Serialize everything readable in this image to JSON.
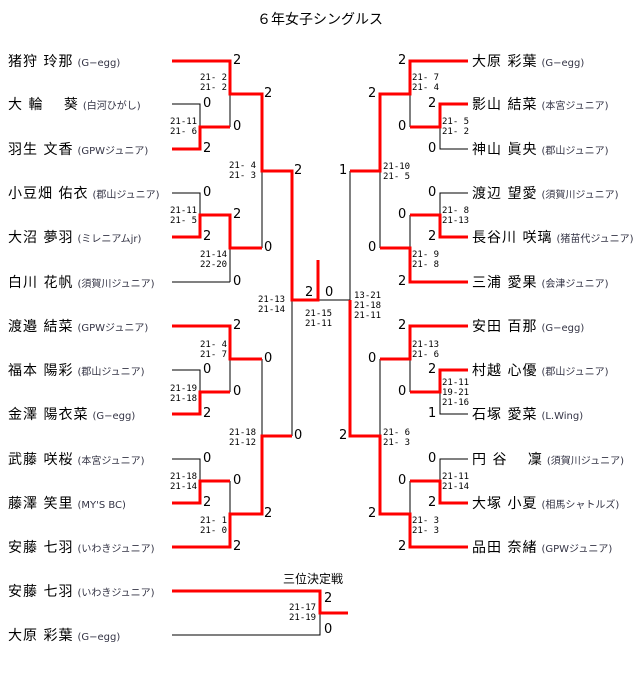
{
  "title": "６年女子シングルス",
  "left": [
    {
      "name": "猪狩 玲那",
      "club": "(G−egg)"
    },
    {
      "name": "大 輪　 葵",
      "club": "(白河ひがし)"
    },
    {
      "name": "羽生 文香",
      "club": "(GPWジュニア)"
    },
    {
      "name": "小豆畑 佑衣",
      "club": "(郡山ジュニア)"
    },
    {
      "name": "大沼 夢羽",
      "club": "(ミレニアムjr)"
    },
    {
      "name": "白川 花帆",
      "club": "(須賀川ジュニア)"
    },
    {
      "name": "渡邉 結菜",
      "club": "(GPWジュニア)"
    },
    {
      "name": "福本 陽彩",
      "club": "(郡山ジュニア)"
    },
    {
      "name": "金澤 陽衣菜",
      "club": "(G−egg)"
    },
    {
      "name": "武藤 咲桜",
      "club": "(本宮ジュニア)"
    },
    {
      "name": "藤澤 笑里",
      "club": "(MY'S BC)"
    },
    {
      "name": "安藤 七羽",
      "club": "(いわきジュニア)"
    }
  ],
  "right": [
    {
      "name": "大原 彩葉",
      "club": "(G−egg)"
    },
    {
      "name": "影山 結菜",
      "club": "(本宮ジュニア)"
    },
    {
      "name": "神山 眞央",
      "club": "(郡山ジュニア)"
    },
    {
      "name": "渡辺 望愛",
      "club": "(須賀川ジュニア)"
    },
    {
      "name": "長谷川 咲璃",
      "club": "(猪苗代ジュニア)"
    },
    {
      "name": "三浦 愛果",
      "club": "(会津ジュニア)"
    },
    {
      "name": "安田 百那",
      "club": "(G−egg)"
    },
    {
      "name": "村越 心優",
      "club": "(郡山ジュニア)"
    },
    {
      "name": "石塚 愛菜",
      "club": "(L.Wing)"
    },
    {
      "name": "円 谷　 凜",
      "club": "(須賀川ジュニア)"
    },
    {
      "name": "大塚 小夏",
      "club": "(相馬シャトルズ)"
    },
    {
      "name": "品田 奈緒",
      "club": "(GPWジュニア)"
    }
  ],
  "third_place": {
    "label": "三位決定戦",
    "players": [
      {
        "name": "安藤 七羽",
        "club": "(いわきジュニア)"
      },
      {
        "name": "大原 彩葉",
        "club": "(G−egg)"
      }
    ],
    "games": [
      "2",
      "0"
    ],
    "score": "21-17\n21-19"
  },
  "scores": {
    "L1": "21- 2\n21- 2",
    "L2": "21-11\n21- 6",
    "L3": "21- 4\n21- 3",
    "L4": "21-11\n21- 5",
    "L5": "21-14\n22-20",
    "L6": "21-13\n21-14",
    "L7": "21- 4\n21- 7",
    "L8": "21-19\n21-18",
    "L9": "21-18\n21-12",
    "L10": "21-18\n21-14",
    "L11": "21- 1\n21- 0",
    "F": "21-15\n21-11",
    "RS": "13-21\n21-18\n21-11",
    "R1": "21- 7\n21- 4",
    "R2": "21- 5\n21- 2",
    "R3": "21-10\n21- 5",
    "R4": "21- 8\n21-13",
    "R5": "21- 9\n21- 8",
    "R6": "21-13\n21- 6",
    "R7": "21-11\n19-21\n21-16",
    "R8": "21- 6\n21- 3",
    "R9": "21-11\n21-14",
    "R10": "21- 3\n21- 3"
  },
  "games": {
    "two": "2",
    "zero": "0",
    "one": "1"
  },
  "colors": {
    "winner_line": "#ff0000",
    "loser_line": "#000000"
  }
}
